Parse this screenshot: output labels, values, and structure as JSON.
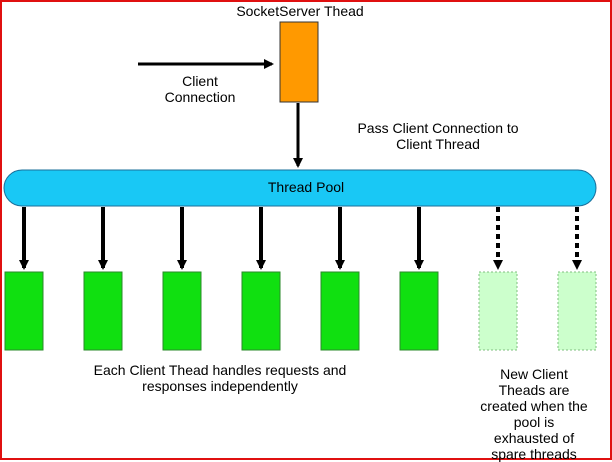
{
  "labels": {
    "server_title": "SocketServer Thead",
    "client_connection": "Client\nConnection",
    "pass_connection": "Pass Client Connection to\nClient Thread",
    "thread_pool": "Thread Pool",
    "each_thread": "Each Client Thead handles requests and\nresponses independently",
    "new_threads": "New Client\nTheads are\ncreated when the\npool is\nexhausted of\nspare threads"
  },
  "colors": {
    "server_fill": "#ff9900",
    "pool_fill": "#19c8f5",
    "active_thread_fill": "#10e010",
    "spare_thread_fill": "#ccffcc",
    "frame": "#e01010"
  },
  "threads": [
    {
      "state": "active"
    },
    {
      "state": "active"
    },
    {
      "state": "active"
    },
    {
      "state": "active"
    },
    {
      "state": "active"
    },
    {
      "state": "active"
    },
    {
      "state": "spare"
    },
    {
      "state": "spare"
    }
  ]
}
